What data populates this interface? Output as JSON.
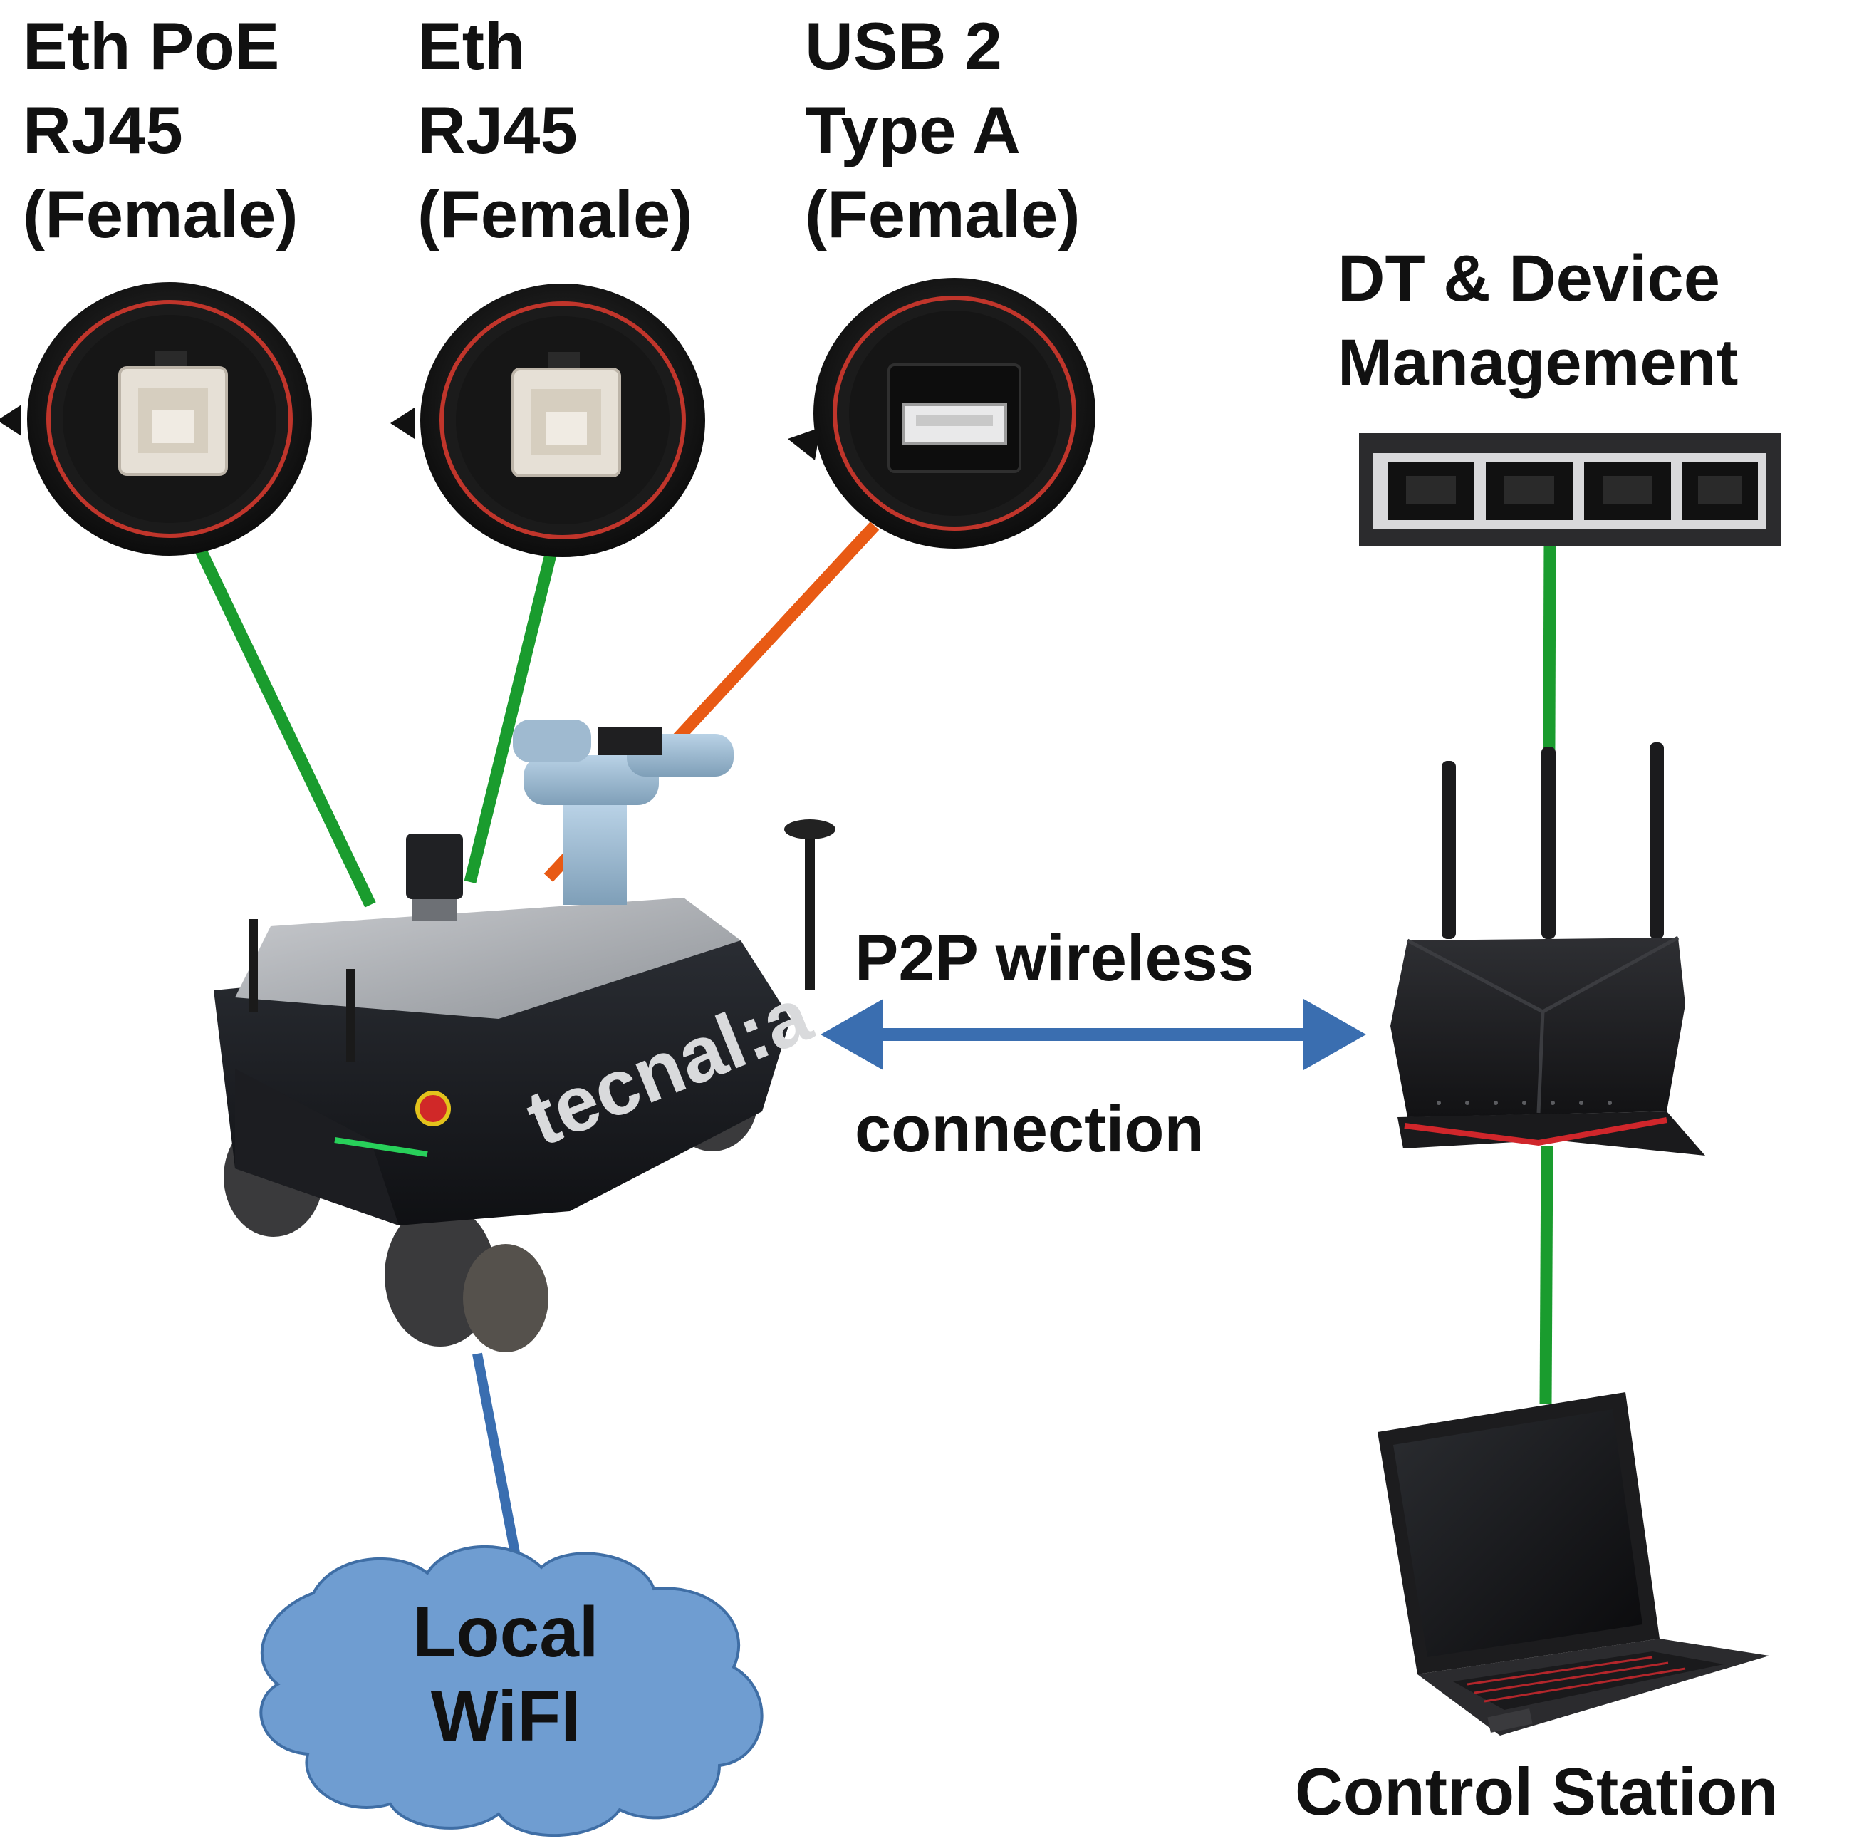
{
  "labels": {
    "port_poe": [
      "Eth PoE",
      "RJ45",
      "(Female)"
    ],
    "port_eth": [
      "Eth",
      "RJ45",
      "(Female)"
    ],
    "port_usb": [
      "USB 2",
      "Type A",
      "(Female)"
    ],
    "dt_management": [
      "DT & Device",
      "Management"
    ],
    "p2p_line1": "P2P wireless",
    "p2p_line2": "connection",
    "local_wifi": [
      "Local",
      "WiFI"
    ],
    "control_station": "Control Station",
    "robot_brand": "tecnal:a"
  },
  "colors": {
    "ethernet_link": "#1a9c2e",
    "usb_link": "#e85a14",
    "wireless_link": "#3a6eb0",
    "cloud_fill": "#6f9dd1",
    "cloud_stroke": "#3f6ea5"
  },
  "icons": {
    "poe_connector": "rj45-female-panel-connector",
    "eth_connector": "rj45-female-panel-connector",
    "usb_connector": "usb-a-female-panel-connector",
    "switch": "4-port-ethernet-switch",
    "router": "wireless-router-3-antennas",
    "laptop": "laptop",
    "robot": "mobile-manipulator-robot",
    "cloud": "cloud"
  }
}
